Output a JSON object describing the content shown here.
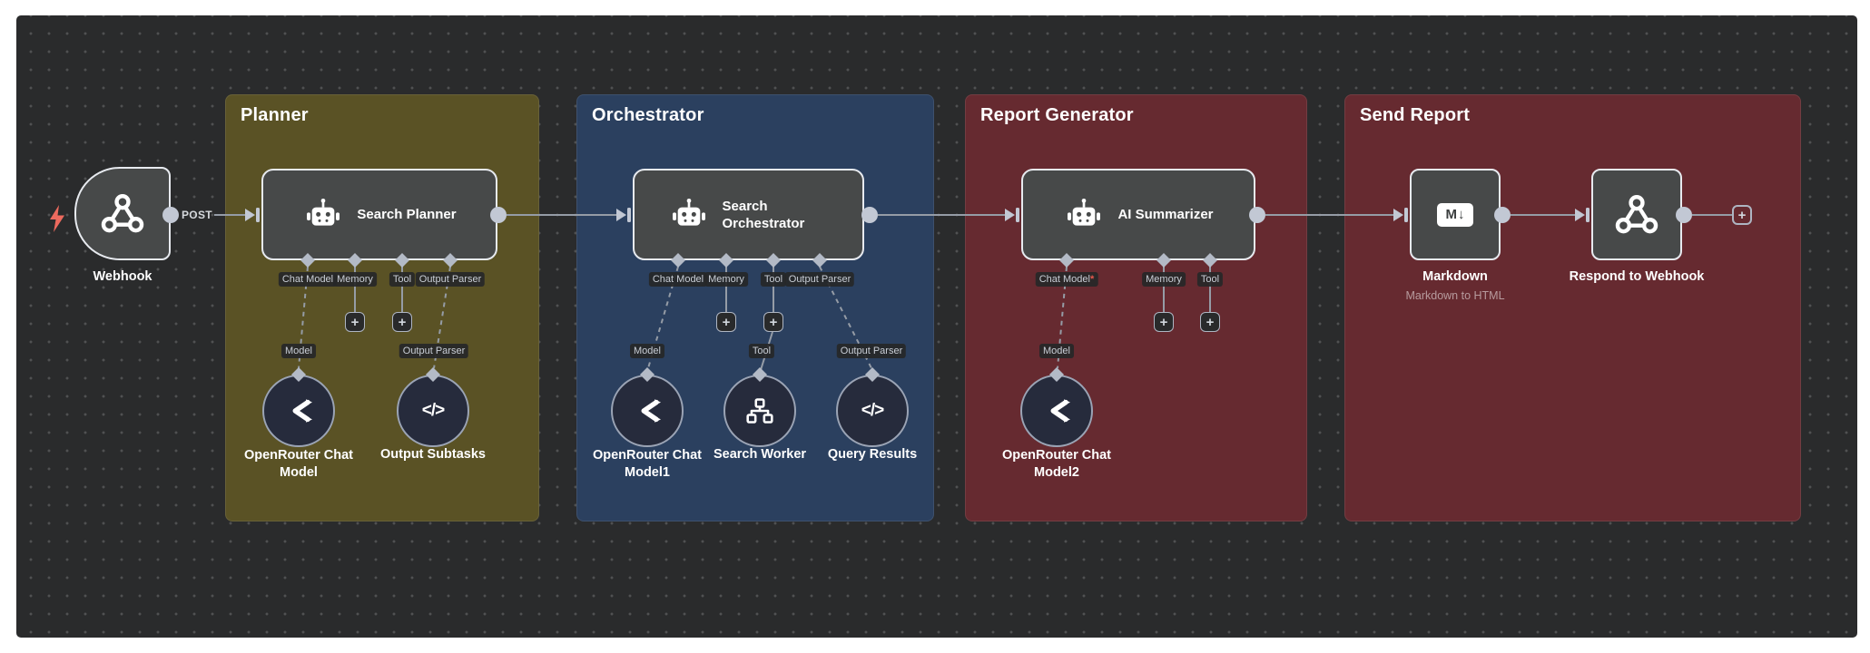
{
  "ui": {
    "plus": "+",
    "post_label": "POST",
    "required_marker": "*",
    "code_glyph": "</>",
    "markdown_glyph_m": "M",
    "markdown_glyph_arrow": "↓"
  },
  "colors": {
    "canvas": "#2a2b2c",
    "planner_group": "#5a5225",
    "orchestrator_group": "#2b405f",
    "report_group": "#662a30",
    "send_group": "#662a30",
    "node_fill": "#474949",
    "wire": "#959ca6",
    "connector": "#c2c8d4",
    "trigger_bolt": "#ed6a5e"
  },
  "trigger": {
    "label": "Webhook"
  },
  "planner": {
    "title": "Planner",
    "agent_label": "Search Planner",
    "ports": {
      "p1": "Chat Model",
      "p2": "Memory",
      "p3": "Tool",
      "p4": "Output Parser"
    },
    "model_port": "Model",
    "parser_port": "Output Parser",
    "model_node": "OpenRouter Chat Model",
    "parser_node": "Output Subtasks"
  },
  "orchestrator": {
    "title": "Orchestrator",
    "agent_label": "Search Orchestrator",
    "ports": {
      "p1": "Chat Model",
      "p2": "Memory",
      "p3": "Tool",
      "p4": "Output Parser"
    },
    "model_port": "Model",
    "tool_port": "Tool",
    "parser_port": "Output Parser",
    "model_node": "OpenRouter Chat Model1",
    "tool_node": "Search Worker",
    "parser_node": "Query Results"
  },
  "report": {
    "title": "Report Generator",
    "agent_label": "AI Summarizer",
    "ports": {
      "p1": "Chat Model",
      "p2": "Memory",
      "p3": "Tool"
    },
    "model_port": "Model",
    "model_node": "OpenRouter Chat Model2"
  },
  "send": {
    "title": "Send Report",
    "markdown_label": "Markdown",
    "markdown_subtitle": "Markdown to HTML",
    "respond_label": "Respond to Webhook"
  }
}
